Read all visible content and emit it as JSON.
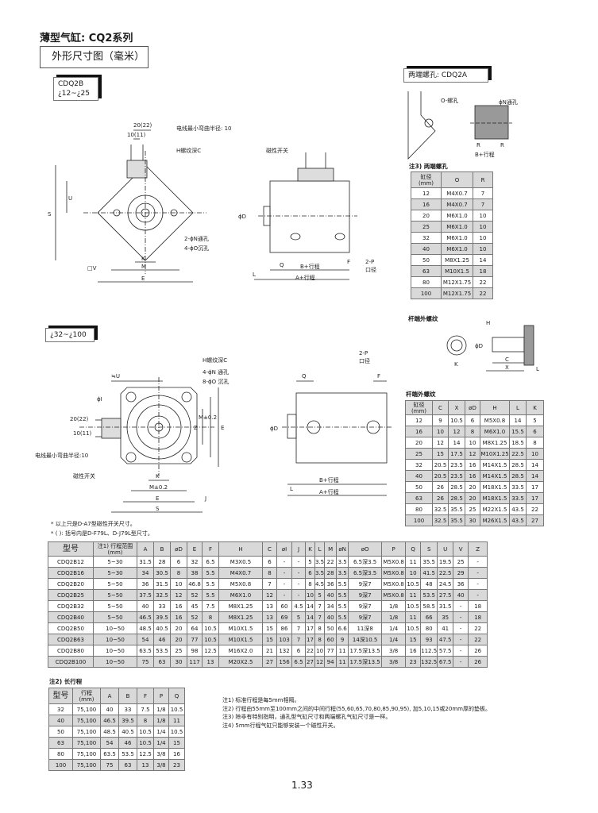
{
  "header": {
    "title": "薄型气缸: CQ2系列",
    "section": "外形尺寸图（毫米）"
  },
  "drawing1": {
    "tag_line1": "CDQ2B",
    "tag_line2": "¿12~¿25",
    "labels": {
      "w20": "20(22)",
      "w10": "10(11)",
      "bend": "电线最小弯曲半径: 10",
      "hthread": "H螺纹深C",
      "switch": "磁性开关",
      "u": "U",
      "s": "S",
      "nhole": "2-ϕN通孔",
      "ohole": "4-ϕO沉孔",
      "k": "K",
      "m": "M",
      "e": "E",
      "v": "□V",
      "d": "ϕD",
      "q": "Q",
      "b": "B+行程",
      "a": "A+行程",
      "l": "L",
      "f": "F",
      "p": "2-P",
      "port": "口径"
    }
  },
  "drawing2": {
    "tag": "¿32~¿100",
    "labels": {
      "u": "≒U",
      "hthread": "H螺纹深C",
      "nhole": "4-ϕN 通孔",
      "ohole": "8-ϕO 沉孔",
      "w20": "20(22)",
      "w10": "10(11)",
      "bend": "电线最小弯曲半径:10",
      "switch": "磁性开关",
      "z": "Z",
      "m1": "M±0.2",
      "e1": "E",
      "k": "K",
      "m2": "M±0.2",
      "e2": "E",
      "j": "J",
      "s": "S",
      "p": "2-P",
      "port": "口径",
      "q": "Q",
      "f": "F",
      "d": "ϕD",
      "l": "L",
      "b": "B+行程",
      "a": "A+行程",
      "i": "ϕI"
    }
  },
  "footnotes": [
    "* 以上只是D-A7型磁性开关尺寸。",
    "* ( ): 括号内是D-F79L、D-J79L型尺寸。"
  ],
  "cdq2a": {
    "tag": "两端螺孔: CDQ2A",
    "labels": {
      "o": "O-螺孔",
      "n": "ϕN通孔",
      "r1": "R",
      "r2": "R",
      "b": "B+行程"
    }
  },
  "note3_table": {
    "title": "注3) 两端螺孔",
    "headers": [
      "缸径\n(mm)",
      "O",
      "R"
    ],
    "rows": [
      [
        "12",
        "M4X0.7",
        "7"
      ],
      [
        "16",
        "M4X0.7",
        "7"
      ],
      [
        "20",
        "M6X1.0",
        "10"
      ],
      [
        "25",
        "M6X1.0",
        "10"
      ],
      [
        "32",
        "M6X1.0",
        "10"
      ],
      [
        "40",
        "M6X1.0",
        "10"
      ],
      [
        "50",
        "M8X1.25",
        "14"
      ],
      [
        "63",
        "M10X1.5",
        "18"
      ],
      [
        "80",
        "M12X1.75",
        "22"
      ],
      [
        "100",
        "M12X1.75",
        "22"
      ]
    ]
  },
  "rod_drawing": {
    "title": "杆端外螺纹",
    "labels": {
      "h": "H",
      "d": "ϕD",
      "c": "C",
      "x": "X",
      "l": "L",
      "k": "K"
    }
  },
  "rod_table": {
    "title": "杆端外螺纹",
    "headers": [
      "缸径\n(mm)",
      "C",
      "X",
      "øD",
      "H",
      "L",
      "K"
    ],
    "rows": [
      [
        "12",
        "9",
        "10.5",
        "6",
        "M5X0.8",
        "14",
        "5"
      ],
      [
        "16",
        "10",
        "12",
        "8",
        "M6X1.0",
        "15.5",
        "6"
      ],
      [
        "20",
        "12",
        "14",
        "10",
        "M8X1.25",
        "18.5",
        "8"
      ],
      [
        "25",
        "15",
        "17.5",
        "12",
        "M10X1.25",
        "22.5",
        "10"
      ],
      [
        "32",
        "20.5",
        "23.5",
        "16",
        "M14X1.5",
        "28.5",
        "14"
      ],
      [
        "40",
        "20.5",
        "23.5",
        "16",
        "M14X1.5",
        "28.5",
        "14"
      ],
      [
        "50",
        "26",
        "28.5",
        "20",
        "M18X1.5",
        "33.5",
        "17"
      ],
      [
        "63",
        "26",
        "28.5",
        "20",
        "M18X1.5",
        "33.5",
        "17"
      ],
      [
        "80",
        "32.5",
        "35.5",
        "25",
        "M22X1.5",
        "43.5",
        "22"
      ],
      [
        "100",
        "32.5",
        "35.5",
        "30",
        "M26X1.5",
        "43.5",
        "27"
      ]
    ]
  },
  "main_table": {
    "headers": [
      "型号",
      "注1) 行程范围\n(mm)",
      "A",
      "B",
      "øD",
      "E",
      "F",
      "H",
      "C",
      "øI",
      "J",
      "K",
      "L",
      "M",
      "øN",
      "øO",
      "P",
      "Q",
      "S",
      "U",
      "V",
      "Z"
    ],
    "rows": [
      [
        "CDQ2B12",
        "5~30",
        "31.5",
        "28",
        "6",
        "32",
        "6.5",
        "M3X0.5",
        "6",
        "-",
        "-",
        "5",
        "3.5",
        "22",
        "3.5",
        "6.5深3.5",
        "M5X0.8",
        "11",
        "35.5",
        "19.5",
        "25",
        "-"
      ],
      [
        "CDQ2B16",
        "5~30",
        "34",
        "30.5",
        "8",
        "38",
        "5.5",
        "M4X0.7",
        "8",
        "-",
        "-",
        "6",
        "3.5",
        "28",
        "3.5",
        "6.5深3.5",
        "M5X0.8",
        "10",
        "41.5",
        "22.5",
        "29",
        "-"
      ],
      [
        "CDQ2B20",
        "5~50",
        "36",
        "31.5",
        "10",
        "46.8",
        "5.5",
        "M5X0.8",
        "7",
        "-",
        "-",
        "8",
        "4.5",
        "36",
        "5.5",
        "9深7",
        "M5X0.8",
        "10.5",
        "48",
        "24.5",
        "36",
        "-"
      ],
      [
        "CDQ2B25",
        "5~50",
        "37.5",
        "32.5",
        "12",
        "52",
        "5.5",
        "M6X1.0",
        "12",
        "-",
        "-",
        "10",
        "5",
        "40",
        "5.5",
        "9深7",
        "M5X0.8",
        "11",
        "53.5",
        "27.5",
        "40",
        "-"
      ],
      [
        "CDQ2B32",
        "5~50",
        "40",
        "33",
        "16",
        "45",
        "7.5",
        "M8X1.25",
        "13",
        "60",
        "4.5",
        "14",
        "7",
        "34",
        "5.5",
        "9深7",
        "1/8",
        "10.5",
        "58.5",
        "31.5",
        "-",
        "18"
      ],
      [
        "CDQ2B40",
        "5~50",
        "46.5",
        "39.5",
        "16",
        "52",
        "8",
        "M8X1.25",
        "13",
        "69",
        "5",
        "14",
        "7",
        "40",
        "5.5",
        "9深7",
        "1/8",
        "11",
        "66",
        "35",
        "-",
        "18"
      ],
      [
        "CDQ2B50",
        "10~50",
        "48.5",
        "40.5",
        "20",
        "64",
        "10.5",
        "M10X1.5",
        "15",
        "86",
        "7",
        "17",
        "8",
        "50",
        "6.6",
        "11深8",
        "1/4",
        "10.5",
        "80",
        "41",
        "-",
        "22"
      ],
      [
        "CDQ2B63",
        "10~50",
        "54",
        "46",
        "20",
        "77",
        "10.5",
        "M10X1.5",
        "15",
        "103",
        "7",
        "17",
        "8",
        "60",
        "9",
        "14深10.5",
        "1/4",
        "15",
        "93",
        "47.5",
        "-",
        "22"
      ],
      [
        "CDQ2B80",
        "10~50",
        "63.5",
        "53.5",
        "25",
        "98",
        "12.5",
        "M16X2.0",
        "21",
        "132",
        "6",
        "22",
        "10",
        "77",
        "11",
        "17.5深13.5",
        "3/8",
        "16",
        "112.5",
        "57.5",
        "-",
        "26"
      ],
      [
        "CDQ2B100",
        "10~50",
        "75",
        "63",
        "30",
        "117",
        "13",
        "M20X2.5",
        "27",
        "156",
        "6.5",
        "27",
        "12",
        "94",
        "11",
        "17.5深13.5",
        "3/8",
        "23",
        "132.5",
        "67.5",
        "-",
        "26"
      ]
    ]
  },
  "long_stroke": {
    "title": "注2) 长行程",
    "headers": [
      "型号",
      "行程\n(mm)",
      "A",
      "B",
      "F",
      "P",
      "Q"
    ],
    "rows": [
      [
        "32",
        "75,100",
        "40",
        "33",
        "7.5",
        "1/8",
        "10.5"
      ],
      [
        "40",
        "75,100",
        "46.5",
        "39.5",
        "8",
        "1/8",
        "11"
      ],
      [
        "50",
        "75,100",
        "48.5",
        "40.5",
        "10.5",
        "1/4",
        "10.5"
      ],
      [
        "63",
        "75,100",
        "54",
        "46",
        "10.5",
        "1/4",
        "15"
      ],
      [
        "80",
        "75,100",
        "63.5",
        "53.5",
        "12.5",
        "3/8",
        "16"
      ],
      [
        "100",
        "75,100",
        "75",
        "63",
        "13",
        "3/8",
        "23"
      ]
    ]
  },
  "notes": [
    "注1) 标准行程是每5mm相隔。",
    "注2) 行程由55mm至100mm之间的中间行程(55,60,65,70,80,85,90,95), 加5,10,15或20mm厚的垫板。",
    "注3) 除非有特别指明，通孔型气缸尺寸和两端螺孔气缸尺寸是一样。",
    "注4) 5mm行程气缸只能够安装一个磁性开关。"
  ],
  "page_number": "1.33"
}
